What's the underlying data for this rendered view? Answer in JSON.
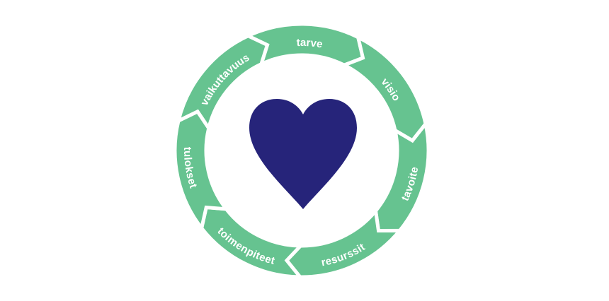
{
  "diagram": {
    "segments": [
      {
        "id": "tarve",
        "label": "tarve"
      },
      {
        "id": "visio",
        "label": "visio"
      },
      {
        "id": "tavoite",
        "label": "tavoite"
      },
      {
        "id": "resurssit",
        "label": "resurssit"
      },
      {
        "id": "toimenpiteet",
        "label": "toimenpiteet"
      },
      {
        "id": "tulokset",
        "label": "tulokset"
      },
      {
        "id": "vaikuttavuus",
        "label": "vaikuttavuus"
      }
    ]
  },
  "colors": {
    "ring": "#66c390",
    "heart": "#26247a",
    "label": "#ffffff",
    "gap": "#ffffff",
    "background": "#ffffff"
  },
  "icons": {
    "center": "heart-icon"
  }
}
